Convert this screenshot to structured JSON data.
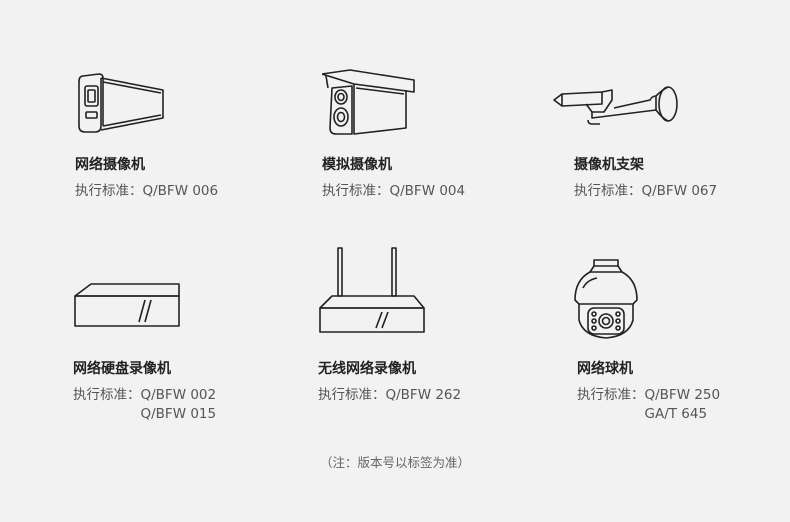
{
  "products": [
    {
      "name": "网络摄像机",
      "icon": "bullet-network-camera-icon",
      "standard_label": "执行标准：",
      "standards": [
        "Q/BFW 006"
      ]
    },
    {
      "name": "模拟摄像机",
      "icon": "analog-camera-icon",
      "standard_label": "执行标准：",
      "standards": [
        "Q/BFW 004"
      ]
    },
    {
      "name": "摄像机支架",
      "icon": "camera-bracket-icon",
      "standard_label": "执行标准：",
      "standards": [
        "Q/BFW 067"
      ]
    },
    {
      "name": "网络硬盘录像机",
      "icon": "nvr-box-icon",
      "standard_label": "执行标准：",
      "standards": [
        "Q/BFW 002",
        "Q/BFW 015"
      ]
    },
    {
      "name": "无线网络录像机",
      "icon": "wireless-nvr-icon",
      "standard_label": "执行标准：",
      "standards": [
        "Q/BFW 262"
      ]
    },
    {
      "name": "网络球机",
      "icon": "ptz-dome-camera-icon",
      "standard_label": "执行标准：",
      "standards": [
        "Q/BFW 250",
        "GA/T 645"
      ]
    }
  ],
  "note": "（注：版本号以标签为准）"
}
